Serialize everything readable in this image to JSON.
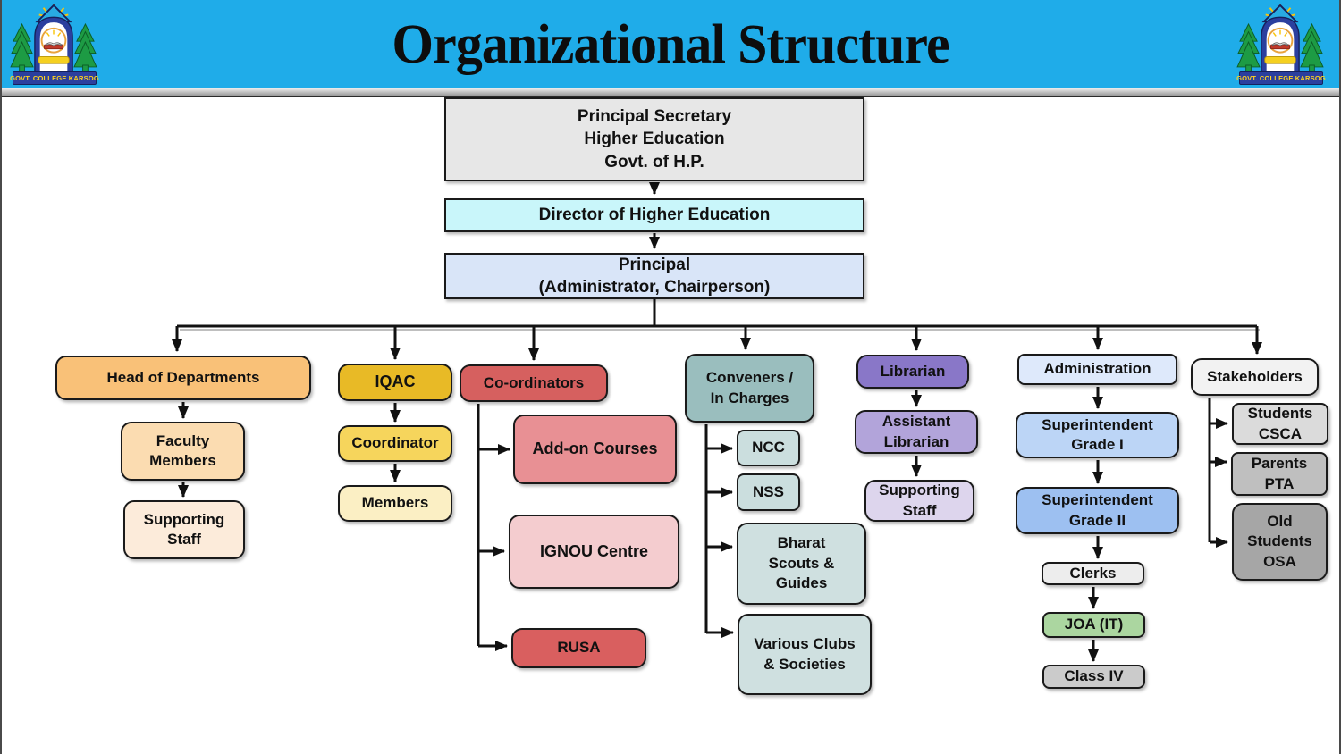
{
  "header": {
    "title": "Organizational Structure",
    "banner_color": "#1FACE9",
    "logo_caption": "GOVT. COLLEGE KARSOG"
  },
  "nodes": {
    "principal_secretary": {
      "label": "Principal Secretary\nHigher Education\nGovt. of H.P.",
      "color": "#E7E7E7"
    },
    "director": {
      "label": "Director of Higher Education",
      "color": "#C9F6FA"
    },
    "principal": {
      "label": "Principal\n(Administrator, Chairperson)",
      "color": "#D9E5F8"
    },
    "head_of_departments": {
      "label": "Head of Departments",
      "color": "#F9C178"
    },
    "faculty_members": {
      "label": "Faculty\nMembers",
      "color": "#FBDCB1"
    },
    "supporting_staff_hod": {
      "label": "Supporting\nStaff",
      "color": "#FCEBDA"
    },
    "iqac": {
      "label": "IQAC",
      "color": "#E8BA26"
    },
    "coordinator": {
      "label": "Coordinator",
      "color": "#F6D55C"
    },
    "members": {
      "label": "Members",
      "color": "#FBEFC4"
    },
    "coordinators": {
      "label": "Co-ordinators",
      "color": "#D6605F"
    },
    "addon_courses": {
      "label": "Add-on Courses",
      "color": "#E89094"
    },
    "ignou_centre": {
      "label": "IGNOU Centre",
      "color": "#F4CCCF"
    },
    "rusa": {
      "label": "RUSA",
      "color": "#D95F5F"
    },
    "conveners": {
      "label": "Conveners /\nIn Charges",
      "color": "#9ABEBE"
    },
    "ncc": {
      "label": "NCC",
      "color": "#CBDEDE"
    },
    "nss": {
      "label": "NSS",
      "color": "#CBDEDE"
    },
    "bharat_scouts": {
      "label": "Bharat\nScouts &\nGuides",
      "color": "#CFE0E0"
    },
    "various_clubs": {
      "label": "Various Clubs\n& Societies",
      "color": "#CFE0E0"
    },
    "librarian": {
      "label": "Librarian",
      "color": "#8977C8"
    },
    "assistant_librarian": {
      "label": "Assistant\nLibrarian",
      "color": "#B2A4DA"
    },
    "supporting_staff_lib": {
      "label": "Supporting\nStaff",
      "color": "#DDD5ED"
    },
    "administration": {
      "label": "Administration",
      "color": "#DEE9FB"
    },
    "supt_grade1": {
      "label": "Superintendent\nGrade I",
      "color": "#BCD5F6"
    },
    "supt_grade2": {
      "label": "Superintendent\nGrade II",
      "color": "#9DC0F1"
    },
    "clerks": {
      "label": "Clerks",
      "color": "#EDEDED"
    },
    "joa_it": {
      "label": "JOA (IT)",
      "color": "#ABD6A0"
    },
    "class_iv": {
      "label": "Class IV",
      "color": "#CBCBCB"
    },
    "stakeholders": {
      "label": "Stakeholders",
      "color": "#F2F2F2"
    },
    "students_csca": {
      "label": "Students\nCSCA",
      "color": "#DBDBDB"
    },
    "parents_pta": {
      "label": "Parents\nPTA",
      "color": "#BFBFBF"
    },
    "old_students_osa": {
      "label": "Old\nStudents\nOSA",
      "color": "#A6A6A6"
    }
  }
}
